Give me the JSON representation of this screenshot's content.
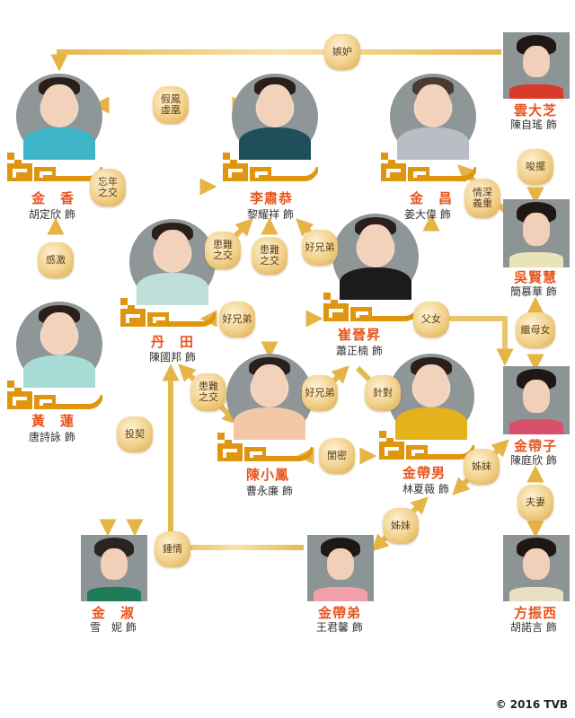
{
  "title": "Character relationship chart",
  "colors": {
    "connector": "#e9c26a",
    "character_name": "#e8541c",
    "actor_name": "#333333",
    "ornament": "#e0950f",
    "badge_text": "#5a3d18"
  },
  "characters": [
    {
      "id": "jin_xiang",
      "name": "金　香",
      "actor": "胡定欣 飾",
      "portrait": "circle",
      "outfit": "#3fb6c8"
    },
    {
      "id": "li_suk_gung",
      "name": "李肅恭",
      "actor": "黎耀祥 飾",
      "portrait": "circle",
      "outfit": "#1f4f5a"
    },
    {
      "id": "jin_cheong",
      "name": "金　昌",
      "actor": "姜大偉 飾",
      "portrait": "circle",
      "outfit": "#b8bec4"
    },
    {
      "id": "wan_tai_chi",
      "name": "雲大芝",
      "actor": "陳自瑤 飾",
      "portrait": "square",
      "outfit": "#d93b2a"
    },
    {
      "id": "ng_yin_wai",
      "name": "吳賢慧",
      "actor": "簡慕華 飾",
      "portrait": "square",
      "outfit": "#e9e3b8"
    },
    {
      "id": "dan_tin",
      "name": "丹　田",
      "actor": "陳國邦 飾",
      "portrait": "circle",
      "outfit": "#bfe0d8"
    },
    {
      "id": "chui_chun_sing",
      "name": "崔晉昇",
      "actor": "蕭正楠 飾",
      "portrait": "circle",
      "outfit": "#1b1b1b"
    },
    {
      "id": "wong_lin",
      "name": "黃　蓮",
      "actor": "唐詩詠 飾",
      "portrait": "circle",
      "outfit": "#a8dcd6"
    },
    {
      "id": "chan_siu_fung",
      "name": "陳小鳳",
      "actor": "曹永廉 飾",
      "portrait": "circle",
      "outfit": "#f2c8a8"
    },
    {
      "id": "jin_dai_nam",
      "name": "金帶男",
      "actor": "林夏薇 飾",
      "portrait": "circle",
      "outfit": "#e4b21a"
    },
    {
      "id": "jin_dai_ji",
      "name": "金帶子",
      "actor": "陳庭欣 飾",
      "portrait": "square",
      "outfit": "#d9506a"
    },
    {
      "id": "jin_suk",
      "name": "金　淑",
      "actor": "雪　妮 飾",
      "portrait": "square",
      "outfit": "#1f7a5a"
    },
    {
      "id": "jin_dai_dai",
      "name": "金帶弟",
      "actor": "王君馨 飾",
      "portrait": "square",
      "outfit": "#f0a0a8"
    },
    {
      "id": "fong_chun_sai",
      "name": "方振西",
      "actor": "胡諾言 飾",
      "portrait": "square",
      "outfit": "#e8e0c0"
    }
  ],
  "relationships": [
    {
      "label": [
        "嫉妒"
      ],
      "from": "雲大芝",
      "to": "金香"
    },
    {
      "label": [
        "假鳳",
        "虛凰"
      ],
      "from": "金香",
      "to": "李肅恭"
    },
    {
      "label": [
        "忘年",
        "之交"
      ],
      "from": "金香",
      "to": "李肅恭"
    },
    {
      "label": [
        "唆擺"
      ],
      "from": "雲大芝",
      "to": "吳賢慧"
    },
    {
      "label": [
        "情深",
        "義重"
      ],
      "from": "吳賢慧",
      "to": "金昌"
    },
    {
      "label": [
        "感激"
      ],
      "from": "黃蓮",
      "to": "金香"
    },
    {
      "label": [
        "患難",
        "之交"
      ],
      "from": "丹田",
      "to": "李肅恭"
    },
    {
      "label": [
        "患難",
        "之交"
      ],
      "from": "李肅恭",
      "to": "陳小鳳"
    },
    {
      "label": [
        "好兄弟"
      ],
      "from": "李肅恭",
      "to": "崔晉昇"
    },
    {
      "label": [
        "好兄弟"
      ],
      "from": "丹田",
      "to": "崔晉昇"
    },
    {
      "label": [
        "父女"
      ],
      "from": "金昌",
      "to": "金帶子"
    },
    {
      "label": [
        "繼母女"
      ],
      "from": "吳賢慧",
      "to": "金帶子"
    },
    {
      "label": [
        "患難",
        "之交"
      ],
      "from": "丹田",
      "to": "陳小鳳"
    },
    {
      "label": [
        "好兄弟"
      ],
      "from": "陳小鳳",
      "to": "崔晉昇"
    },
    {
      "label": [
        "針對"
      ],
      "from": "崔晉昇",
      "to": "金帶男"
    },
    {
      "label": [
        "投契"
      ],
      "from": "丹田",
      "to": "金淑"
    },
    {
      "label": [
        "閨密"
      ],
      "from": "陳小鳳",
      "to": "金帶男"
    },
    {
      "label": [
        "姊妹"
      ],
      "from": "金帶男",
      "to": "金帶子"
    },
    {
      "label": [
        "夫妻"
      ],
      "from": "金帶子",
      "to": "方振西"
    },
    {
      "label": [
        "姊妹"
      ],
      "from": "金帶男",
      "to": "金帶弟"
    },
    {
      "label": [
        "鍾情"
      ],
      "from": "金帶弟",
      "to": "丹田"
    }
  ],
  "copyright": "© 2016 TVB"
}
